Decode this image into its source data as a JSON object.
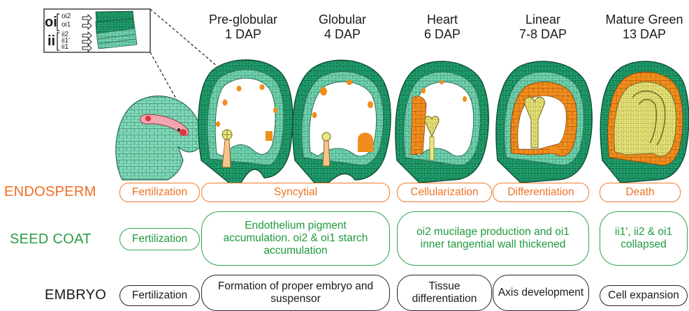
{
  "stages": [
    {
      "name": "Pre-globular",
      "dap": "1 DAP"
    },
    {
      "name": "Globular",
      "dap": "4 DAP"
    },
    {
      "name": "Heart",
      "dap": "6 DAP"
    },
    {
      "name": "Linear",
      "dap": "7-8 DAP"
    },
    {
      "name": "Mature Green",
      "dap": "13 DAP"
    }
  ],
  "inset": {
    "oi_label": "oi",
    "ii_label": "ii",
    "layers": [
      "oi2",
      "oi1",
      "ii2",
      "ii1'",
      "ii1"
    ]
  },
  "rows": {
    "endosperm": {
      "label": "ENDOSPERM",
      "cells": [
        "Fertilization",
        "Syncytial",
        "Cellularization",
        "Differentiation",
        "Death"
      ]
    },
    "seed_coat": {
      "label": "SEED COAT",
      "cells": [
        "Fertilization",
        "Endothelium pigment accumulation. oi2 & oi1 starch accumulation",
        "oi2 mucilage production and oi1 inner tangential wall thickened",
        "ii1', ii2 & oi1 collapsed"
      ]
    },
    "embryo": {
      "label": "EMBRYO",
      "cells": [
        "Fertilization",
        "Formation of proper embryo and suspensor",
        "Tissue differentiation",
        "Axis development",
        "Cell expansion"
      ]
    }
  },
  "colors": {
    "endosperm": "#ef7326",
    "seed_coat": "#2fa24a",
    "embryo": "#1a1a1a",
    "outer_integument": "#1f9e6b",
    "inner_integument": "#6fd3b0",
    "endosperm_tissue": "#f28c1c",
    "embryo_tissue": "#ece77a"
  }
}
